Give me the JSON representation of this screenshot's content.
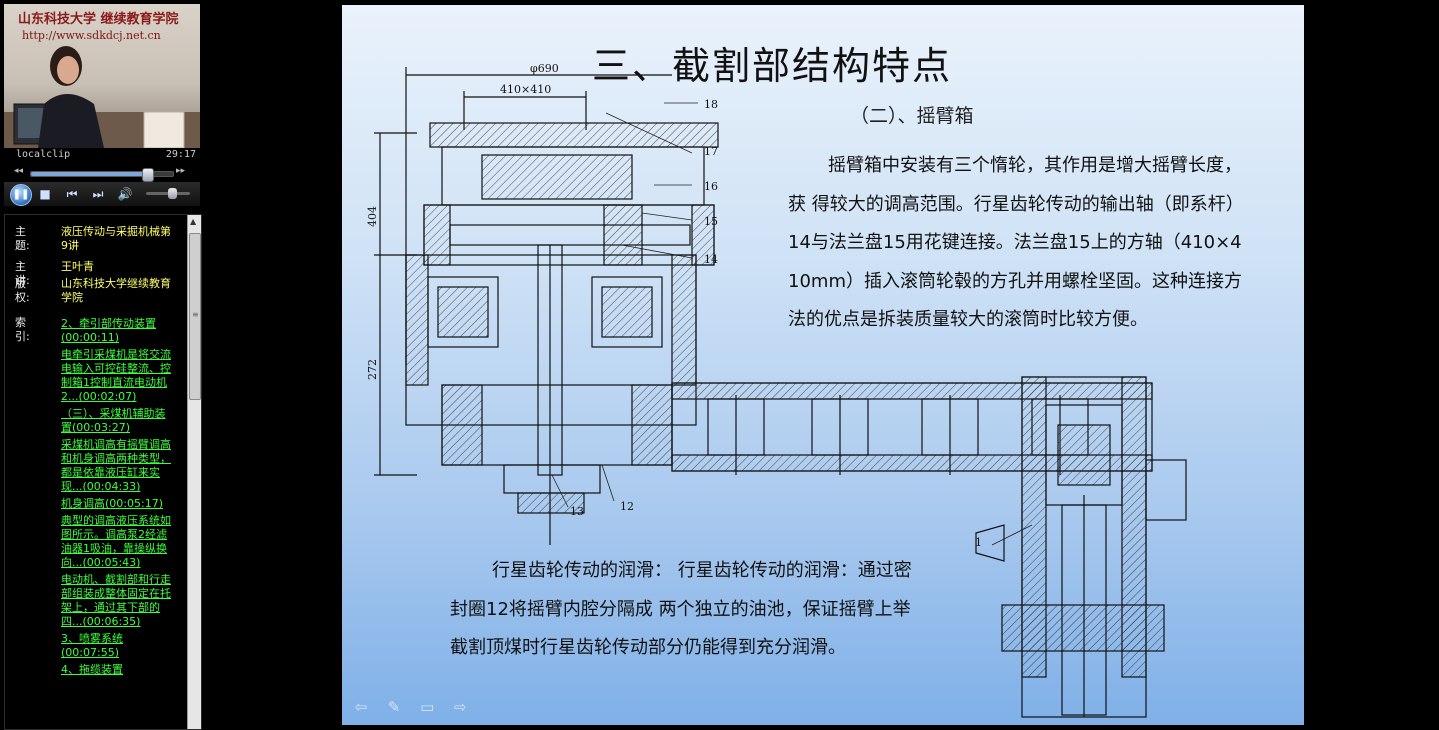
{
  "player": {
    "logo_text": "山东科技大学 继续教育学院",
    "logo_url": "http://www.sdkdcj.net.cn",
    "clip_name": "localclip",
    "clip_time": "29:17",
    "seek_progress": 0.82,
    "volume_level": 0.6
  },
  "info": {
    "topic_label": "主题:",
    "topic_value": "液压传动与采掘机械第9讲",
    "speaker_label": "主讲:",
    "speaker_value": "王叶青",
    "copyright_label": "版权:",
    "copyright_value": "山东科技大学继续教育学院",
    "index_label": "索引:",
    "index_items": [
      {
        "text": "2、牵引部传动装置(00:00:11)"
      },
      {
        "text": "电牵引采煤机是将交流电输入可控硅整流、控制箱1控制直流电动机2...(00:02:07)"
      },
      {
        "text": "（三）、采煤机辅助装置(00:03:27)"
      },
      {
        "text": "采煤机调高有摇臂调高和机身调高两种类型，都是依靠液压缸来实现...(00:04:33)"
      },
      {
        "text": "机身调高(00:05:17)"
      },
      {
        "text": "典型的调高液压系统如图所示。调高泵2经滤油器1吸油，靠操纵换向...(00:05:43)"
      },
      {
        "text": "电动机、截割部和行走部组装成整体固定在托架上，通过其下部的四...(00:06:35)"
      },
      {
        "text": "3、喷雾系统(00:07:55)"
      },
      {
        "text": "4、拖缆装置"
      }
    ]
  },
  "slide": {
    "title": "三、截割部结构特点",
    "subtitle": "（二）、摇臂箱",
    "paragraph_1": "摇臂箱中安装有三个惰轮，其作用是增大摇臂长度，获 得较大的调高范围。行星齿轮传动的输出轴（即系杆）14与法兰盘15用花键连接。法兰盘15上的方轴（410×410mm）插入滚筒轮毂的方孔并用螺栓坚固。这种连接方法的优点是拆装质量较大的滚筒时比较方便。",
    "paragraph_2": "行星齿轮传动的润滑： 行星齿轮传动的润滑：通过密封圈12将摇臂内腔分隔成 两个独立的油池，保证摇臂上举截割顶煤时行星齿轮传动部分仍能得到充分润滑。",
    "diagram": {
      "dim_diameter": "φ690",
      "dim_square": "410×410",
      "dim_404": "404",
      "dim_272": "272",
      "part_labels": [
        "18",
        "17",
        "16",
        "15",
        "14",
        "13",
        "12",
        "1"
      ]
    }
  }
}
